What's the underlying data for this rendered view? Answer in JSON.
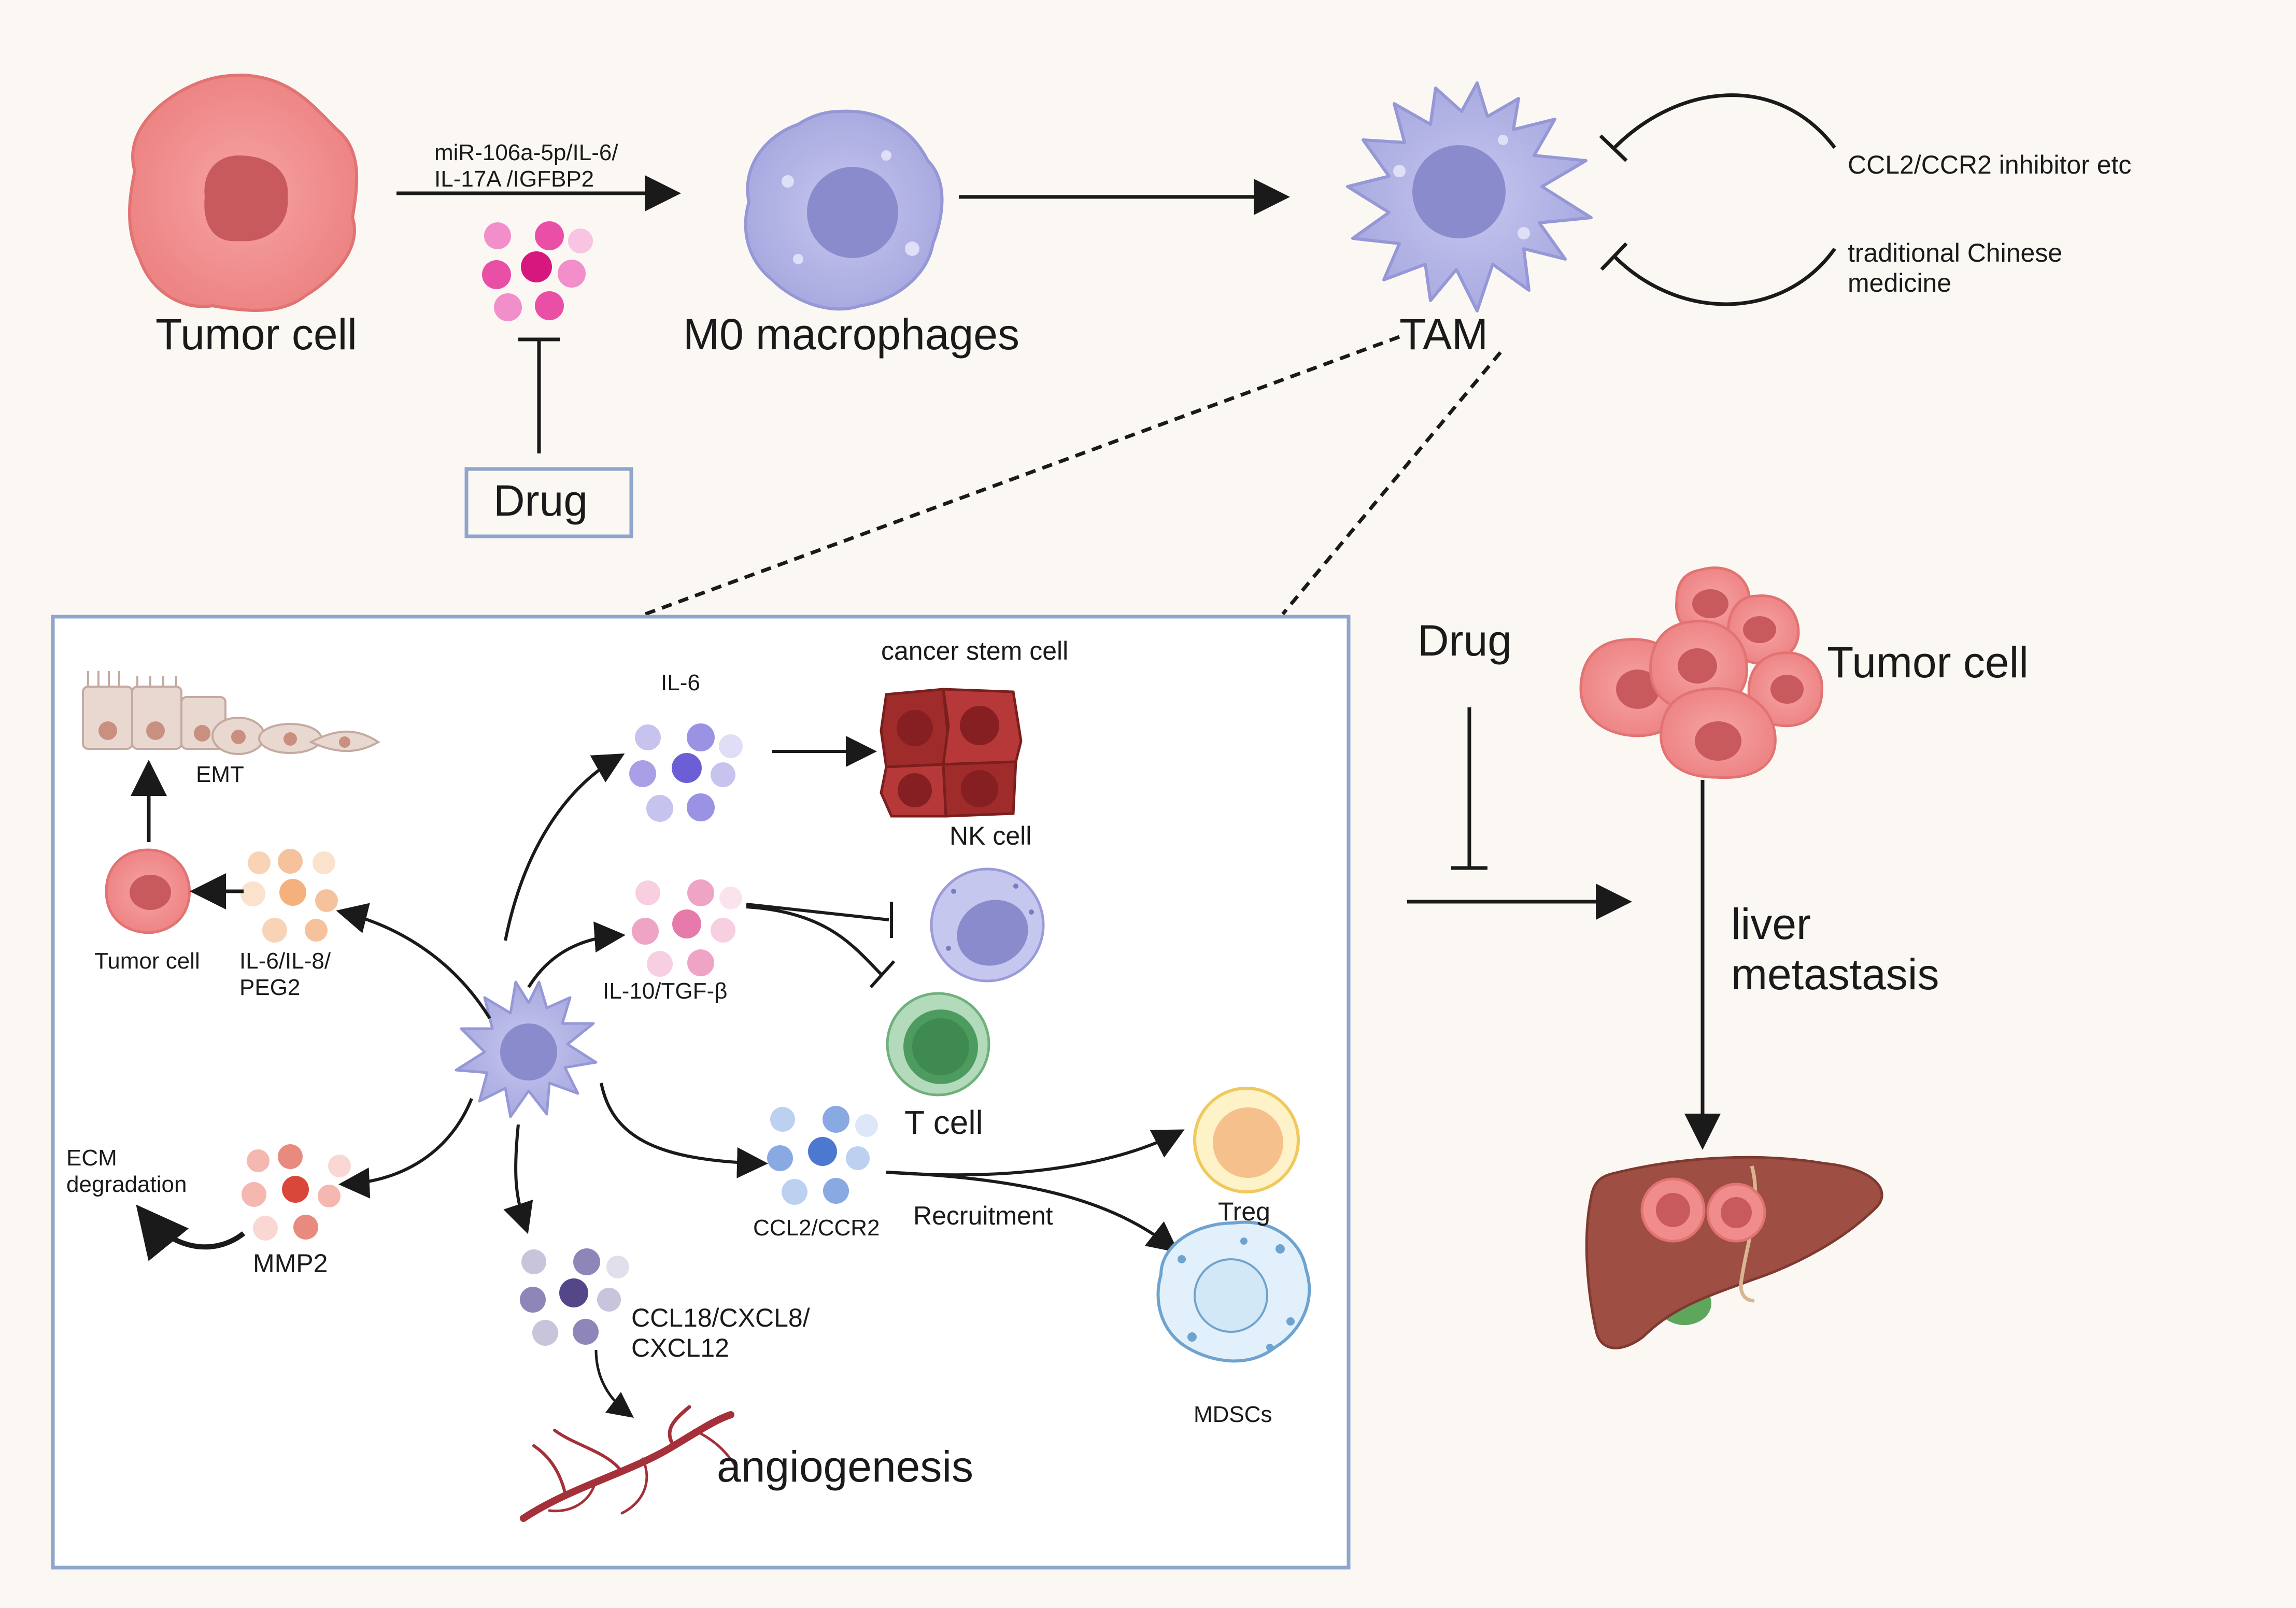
{
  "top": {
    "tumor_cell": "Tumor cell",
    "pathway": "miR-106a-5p/IL-6/\nIL-17A /IGFBP2",
    "m0": "M0 macrophages",
    "tam": "TAM",
    "drug": "Drug",
    "inhibitor1": "CCL2/CCR2 inhibitor etc",
    "inhibitor2": "traditional Chinese\nmedicine"
  },
  "right": {
    "drug": "Drug",
    "tumor_cell": "Tumor cell",
    "liver_metastasis": "liver\nmetastasis"
  },
  "inset": {
    "emt": "EMT",
    "tumor_cell": "Tumor cell",
    "il6_il8": "IL-6/IL-8/\nPEG2",
    "il6": "IL-6",
    "cancer_stem_cell": "cancer stem cell",
    "nk_cell": "NK cell",
    "il10": "IL-10/TGF-β",
    "t_cell": "T cell",
    "ecm": "ECM\ndegradation",
    "mmp2": "MMP2",
    "ccl2": "CCL2/CCR2",
    "recruitment": "Recruitment",
    "treg": "Treg",
    "mdscs": "MDSCs",
    "ccl18": "CCL18/CXCL8/\nCXCL12",
    "angiogenesis": "angiogenesis"
  },
  "colors": {
    "tumor": "#f08c8c",
    "tumor_nucleus": "#c85a5e",
    "macrophage": "#b2b3e6",
    "macrophage_nucleus": "#8a8bcc",
    "box_border": "#8fa5cc",
    "line": "#1a1a1a"
  }
}
